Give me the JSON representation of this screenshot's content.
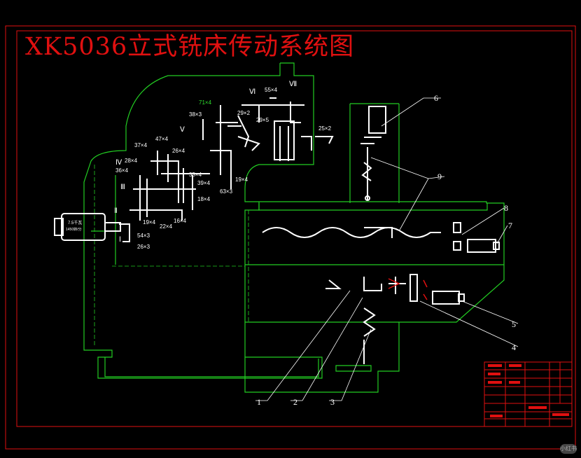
{
  "title": "XK5036立式铣床传动系统图",
  "labels": {
    "motor_spec_1": "7.5千瓦",
    "motor_spec_2": "1450转/分",
    "shafts": [
      "Ⅰ",
      "Ⅱ",
      "Ⅲ",
      "Ⅳ",
      "Ⅴ",
      "Ⅵ",
      "Ⅶ"
    ],
    "gears": {
      "g71x4": "71×4",
      "g55x4": "55×4",
      "g38x3": "38×3",
      "g29x2": "29×2",
      "g29x5": "29×5",
      "g25x2": "25×2",
      "g47x4": "47×4",
      "g37x4": "37×4",
      "g26x4": "26×4",
      "g28x4": "28×4",
      "g36x4": "36×4",
      "g35x4": "35×4",
      "g39x4": "39×4",
      "g19x4a": "19×4",
      "g63x3": "63×3",
      "g18x4": "18×4",
      "g19x4b": "19×4",
      "g16x4": "16×4",
      "g22x4": "22×4",
      "g54x3": "54×3",
      "g26x3": "26×3"
    },
    "callouts": [
      "1",
      "2",
      "3",
      "4",
      "5",
      "6",
      "7",
      "8",
      "9"
    ]
  },
  "colors": {
    "title": "#e01010",
    "frame": "#e01010",
    "outline": "#22cc22",
    "parts": "#ffffff",
    "highlight": "#2ee02e"
  },
  "watermark": "小红书"
}
